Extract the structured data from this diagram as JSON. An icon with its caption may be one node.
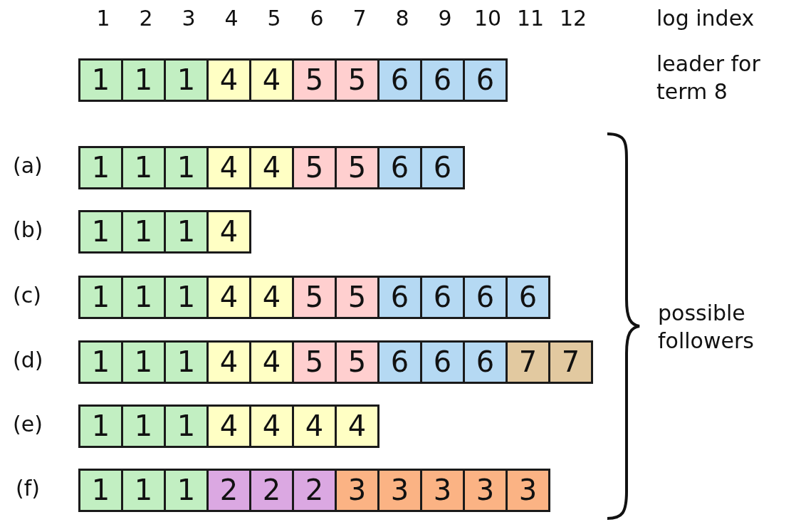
{
  "diagram": {
    "labels": [
      "1",
      "2",
      "3",
      "4",
      "5",
      "6",
      "7",
      "8",
      "9",
      "10",
      "11",
      "12",
      "log index",
      "1",
      "1",
      "1",
      "4",
      "4",
      "5",
      "5",
      "6",
      "6",
      "6",
      "leader for term 8",
      "(a)",
      "1",
      "1",
      "1",
      "4",
      "4",
      "5",
      "5",
      "6",
      "6",
      "(b)",
      "1",
      "1",
      "1",
      "4",
      "(c)",
      "1",
      "1",
      "1",
      "4",
      "4",
      "5",
      "5",
      "6",
      "6",
      "6",
      "6",
      "(d)",
      "1",
      "1",
      "1",
      "4",
      "4",
      "5",
      "5",
      "6",
      "6",
      "6",
      "7",
      "7",
      "(e)",
      "1",
      "1",
      "1",
      "4",
      "4",
      "4",
      "4",
      "(f)",
      "1",
      "1",
      "1",
      "2",
      "2",
      "2",
      "3",
      "3",
      "3",
      "3",
      "3",
      "possible followers"
    ]
  }
}
